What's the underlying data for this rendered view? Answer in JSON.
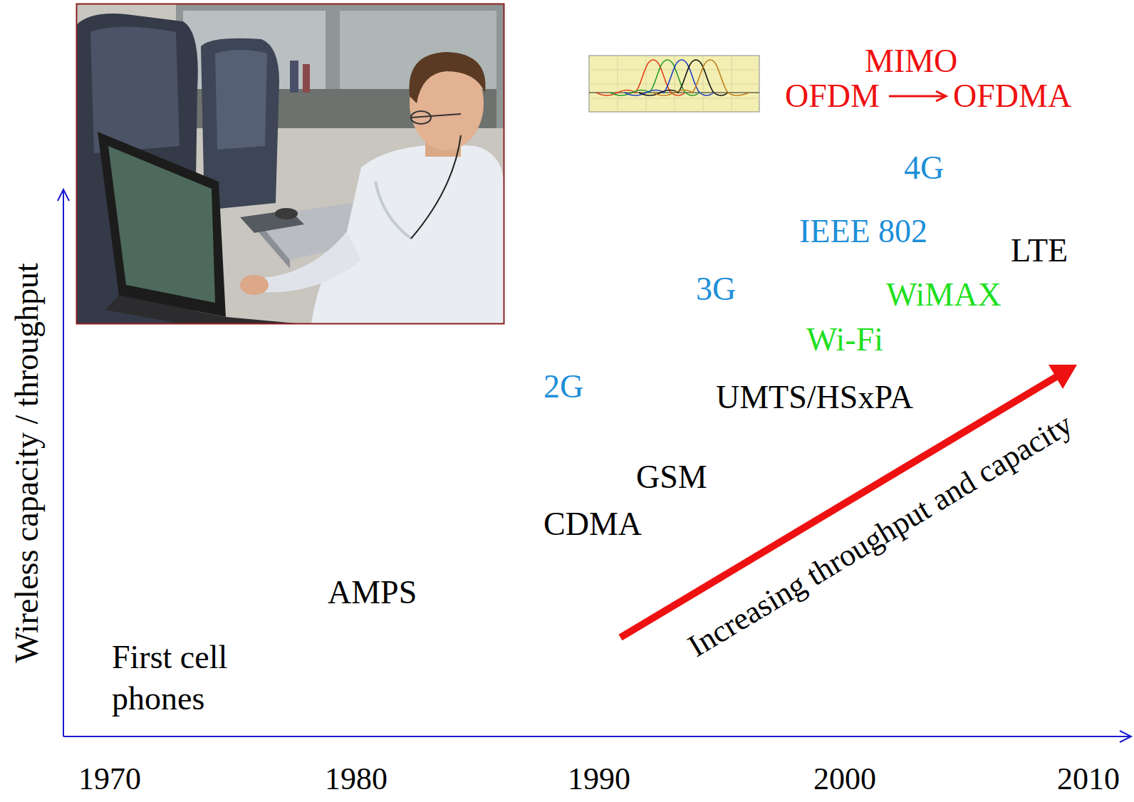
{
  "diagram": {
    "labels": [
      "Wireless capacity / throughput",
      "1970",
      "1980",
      "1990",
      "2000",
      "2010",
      "First cell phones",
      "AMPS",
      "CDMA",
      "GSM",
      "2G",
      "UMTS/HSxPA",
      "3G",
      "Wi-Fi",
      "WiMAX",
      "IEEE 802",
      "4G",
      "LTE",
      "MIMO",
      "OFDM",
      "OFDMA",
      "Increasing throughput and capacity"
    ]
  }
}
